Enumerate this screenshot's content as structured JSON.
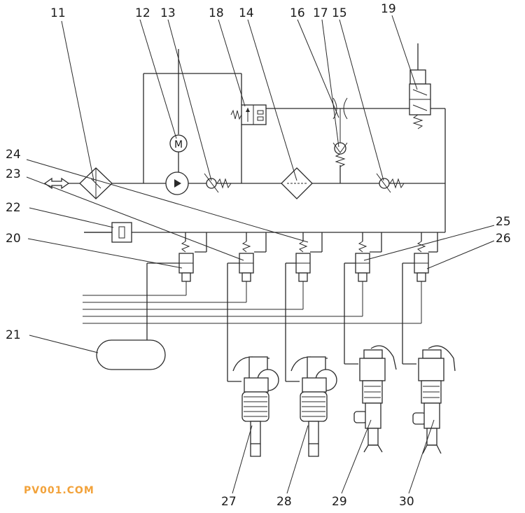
{
  "labels": {
    "n11": "11",
    "n12": "12",
    "n13": "13",
    "n18": "18",
    "n14": "14",
    "n16": "16",
    "n17": "17",
    "n15": "15",
    "n19": "19",
    "n24": "24",
    "n23": "23",
    "n22": "22",
    "n20": "20",
    "n25": "25",
    "n26": "26",
    "n21": "21",
    "n27": "27",
    "n28": "28",
    "n29": "29",
    "n30": "30"
  },
  "motor_symbol": "M",
  "watermark": "PV001.COM",
  "colors": {
    "line": "#2a2a2a",
    "watermark": "#f2a23a"
  }
}
